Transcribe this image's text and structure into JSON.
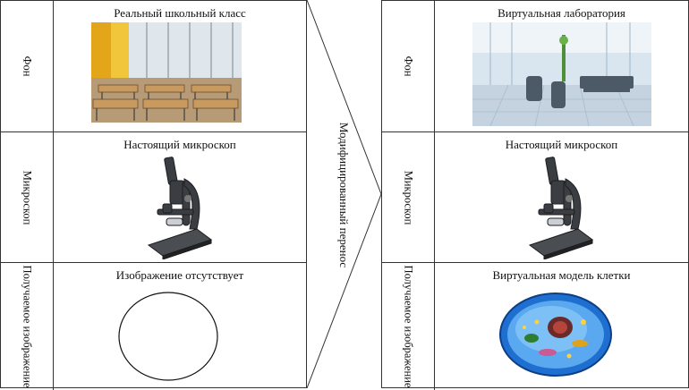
{
  "left": {
    "rows": [
      {
        "label": "Фон",
        "title": "Реальный школьный класс",
        "image_icon": "classroom-photo"
      },
      {
        "label": "Микроскоп",
        "title": "Настоящий микроскоп",
        "image_icon": "microscope-icon"
      },
      {
        "label": "Получаемое изображение",
        "title": "Изображение отсутствует",
        "image_icon": "empty-circle"
      }
    ]
  },
  "right": {
    "rows": [
      {
        "label": "Фон",
        "title": "Виртуальная лаборатория",
        "image_icon": "virtual-lab-render"
      },
      {
        "label": "Микроскоп",
        "title": "Настоящий микроскоп",
        "image_icon": "microscope-icon"
      },
      {
        "label": "Получаемое изображение",
        "title": "Виртуальная модель клетки",
        "image_icon": "cell-model-render"
      }
    ]
  },
  "transfer": {
    "label": "Модифицированный перенос"
  }
}
